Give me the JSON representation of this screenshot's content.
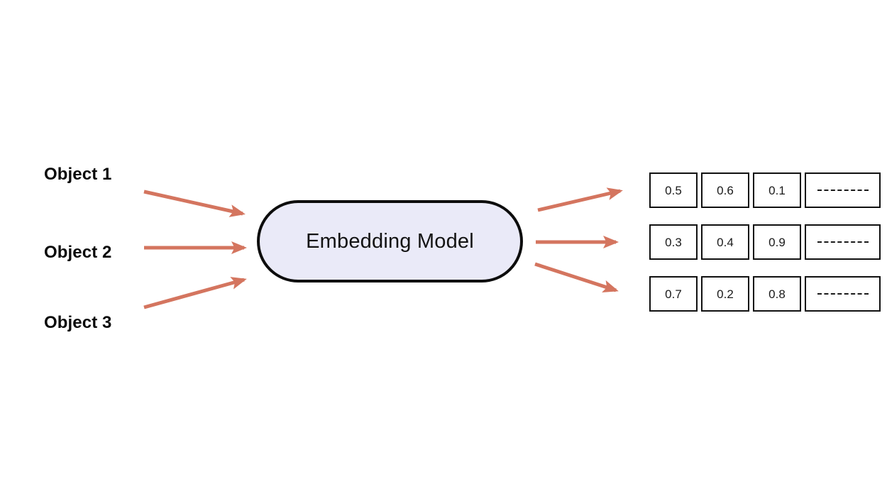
{
  "diagram": {
    "title_text": "Embedding Model",
    "background_color": "#ffffff",
    "node": {
      "label": "Embedding Model",
      "fill_color": "#eaeaf8",
      "border_color": "#0d0d0d"
    },
    "arrow_color": "#d4755f",
    "inputs": [
      {
        "label": "Object 1"
      },
      {
        "label": "Object 2"
      },
      {
        "label": "Object 3"
      }
    ],
    "outputs": [
      {
        "name": "embedding-vector-1",
        "cells": [
          "0.5",
          "0.6",
          "0.1"
        ],
        "ellipsis": "-------"
      },
      {
        "name": "embedding-vector-2",
        "cells": [
          "0.3",
          "0.4",
          "0.9"
        ],
        "ellipsis": "-------"
      },
      {
        "name": "embedding-vector-3",
        "cells": [
          "0.7",
          "0.2",
          "0.8"
        ],
        "ellipsis": "-------"
      }
    ]
  }
}
